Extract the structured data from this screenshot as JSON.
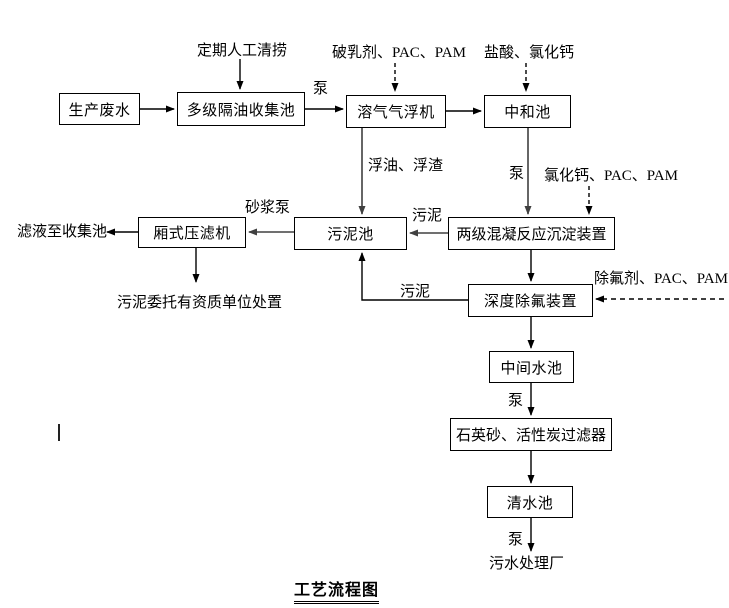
{
  "title": "工艺流程图",
  "nodes": {
    "production_wastewater": "生产废水",
    "oil_separation_tank": "多级隔油收集池",
    "daf_machine": "溶气气浮机",
    "neutralization_tank": "中和池",
    "sludge_tank": "污泥池",
    "coagulation_sedimentation": "两级混凝反应沉淀装置",
    "filter_press": "厢式压滤机",
    "fluoride_removal": "深度除氟装置",
    "intermediate_tank": "中间水池",
    "sand_carbon_filter": "石英砂、活性炭过滤器",
    "clean_water_tank": "清水池"
  },
  "labels": {
    "manual_skimming": "定期人工清捞",
    "demulsifier_pac_pam": "破乳剂、PAC、PAM",
    "hcl_cacl2": "盐酸、氯化钙",
    "pump_top": "泵",
    "pump_neutralization": "泵",
    "pump_intermediate": "泵",
    "pump_outlet": "泵",
    "floating_oil_scum": "浮油、浮渣",
    "cacl2_pac_pam": "氯化钙、PAC、PAM",
    "sludge_from_coagulation": "污泥",
    "sludge_from_fluoride": "污泥",
    "slurry_pump": "砂浆泵",
    "filtrate_to_collection": "滤液至收集池",
    "sludge_disposal": "污泥委托有资质单位处置",
    "fluoride_agent_pac_pam": "除氟剂、PAC、PAM",
    "sewage_plant": "污水处理厂"
  },
  "colors": {
    "background": "#ffffff",
    "line_black": "#000000",
    "line_gray": "#404040",
    "text": "#000000"
  }
}
